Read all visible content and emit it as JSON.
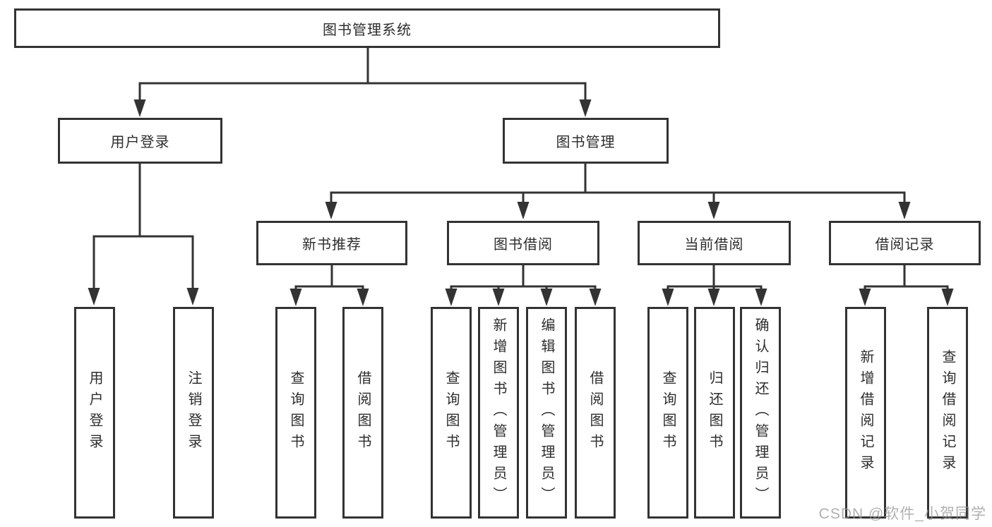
{
  "diagram": {
    "title": "图书管理系统",
    "root": {
      "label": "图书管理系统"
    },
    "level2": [
      {
        "id": "user-login",
        "label": "用户登录"
      },
      {
        "id": "book-management",
        "label": "图书管理"
      }
    ],
    "level3": [
      {
        "id": "new-book-recommend",
        "label": "新书推荐",
        "parent": "book-management"
      },
      {
        "id": "book-borrow",
        "label": "图书借阅",
        "parent": "book-management"
      },
      {
        "id": "current-borrow",
        "label": "当前借阅",
        "parent": "book-management"
      },
      {
        "id": "borrow-records",
        "label": "借阅记录",
        "parent": "book-management"
      }
    ],
    "leaves": [
      {
        "parent": "user-login",
        "label": "用户登录"
      },
      {
        "parent": "user-login",
        "label": "注销登录"
      },
      {
        "parent": "new-book-recommend",
        "label": "查询图书"
      },
      {
        "parent": "new-book-recommend",
        "label": "借阅图书"
      },
      {
        "parent": "book-borrow",
        "label": "查询图书"
      },
      {
        "parent": "book-borrow",
        "label": "新增图书（管理员）"
      },
      {
        "parent": "book-borrow",
        "label": "编辑图书（管理员）"
      },
      {
        "parent": "book-borrow",
        "label": "借阅图书"
      },
      {
        "parent": "current-borrow",
        "label": "查询图书"
      },
      {
        "parent": "current-borrow",
        "label": "归还图书"
      },
      {
        "parent": "current-borrow",
        "label": "确认归还（管理员）"
      },
      {
        "parent": "borrow-records",
        "label": "新增借阅记录"
      },
      {
        "parent": "borrow-records",
        "label": "查询借阅记录"
      }
    ]
  },
  "watermark": {
    "text": "CSDN @软件_小贺同学"
  },
  "colors": {
    "line": "#333333",
    "box_border": "#333333",
    "box_bg": "#ffffff",
    "text": "#2d2d2d",
    "watermark": "#a9a9a9"
  }
}
